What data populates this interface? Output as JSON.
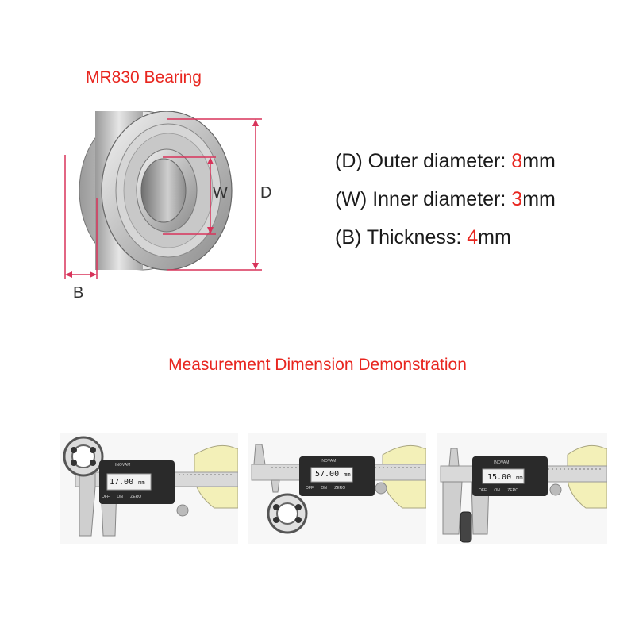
{
  "bearing": {
    "title": "MR830 Bearing",
    "label_w": "W",
    "label_d": "D",
    "label_b": "B"
  },
  "specs": [
    {
      "prefix": "(D) Outer diameter: ",
      "value": "8",
      "unit": "mm"
    },
    {
      "prefix": "(W) Inner diameter: ",
      "value": "3",
      "unit": "mm"
    },
    {
      "prefix": "(B) Thickness: ",
      "value": "4",
      "unit": "mm"
    }
  ],
  "demo": {
    "title": "Measurement Dimension Demonstration",
    "calipers": [
      {
        "reading": "17.00",
        "unit": "mm",
        "brand": "INOVAM",
        "buttons": "OFF ON ZERO"
      },
      {
        "reading": "57.00",
        "unit": "mm",
        "brand": "INOVAM",
        "buttons": "OFF ON ZERO"
      },
      {
        "reading": "15.00",
        "unit": "mm",
        "brand": "INOVAM",
        "buttons": "OFF ON ZERO"
      }
    ]
  },
  "colors": {
    "accent": "#e8261f",
    "dimension_line": "#d8335a",
    "text": "#1a1a1a"
  }
}
